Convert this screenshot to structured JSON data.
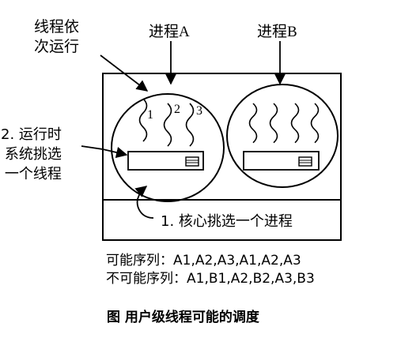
{
  "process_a_label": "进程A",
  "process_b_label": "进程B",
  "annotation_threads_in_turn": [
    "线程依",
    "次运行"
  ],
  "annotation_runtime_selects": [
    "2. 运行时",
    "系统挑选",
    "一个线程"
  ],
  "thread_numbers": [
    "1",
    "2",
    "3"
  ],
  "kernel_selects_process": "1. 核心挑选一个进程",
  "possible_sequence": "可能序列：A1,A2,A3,A1,A2,A3",
  "impossible_sequence": "不可能序列：A1,B1,A2,B2,A3,B3",
  "caption": "图  用户级线程可能的调度"
}
